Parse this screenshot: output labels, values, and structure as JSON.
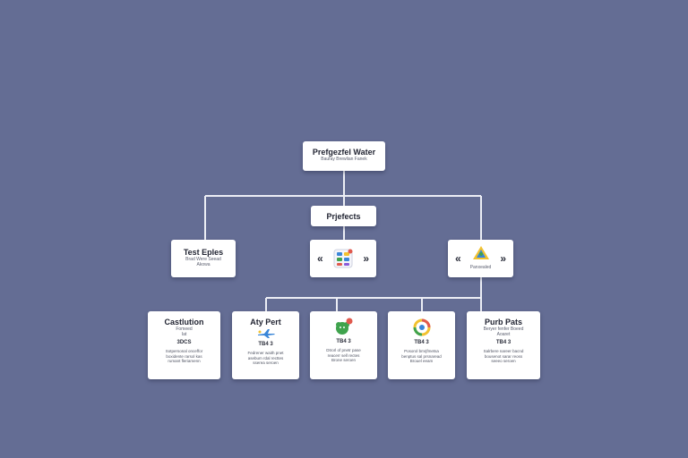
{
  "root": {
    "title": "Prefgezfel Water",
    "subtitle": "Baufay Brewlian Fanek"
  },
  "middle": {
    "title": "Prjefects"
  },
  "level2": {
    "left": {
      "title": "Test Eples",
      "subtitle": "Brad Were Seead",
      "note": "Akowa"
    },
    "center": {
      "chevron_left": "«",
      "chevron_right": "»",
      "icon": "app-grid-icon"
    },
    "right": {
      "chevron_left": "«",
      "chevron_right": "»",
      "icon": "pyramid-icon",
      "caption": "Panxealed"
    }
  },
  "level3": [
    {
      "title": "Castlution",
      "sub1": "Fomeed",
      "sub2": "Iat",
      "code": "3DCS",
      "desc": "Sotpersonal onceffor\nboxidente rarsol kas\nrumant fleriamenn",
      "icon": ""
    },
    {
      "title": "Aty Pert",
      "sub1": "",
      "sub2": "",
      "code": "TB4 3",
      "desc": "Fedrener waith pnet\nasebum rdal recttes\nsserea seroen",
      "icon": "plane-icon"
    },
    {
      "title": "",
      "sub1": "",
      "sub2": "",
      "code": "TB4 3",
      "desc": "Dtrorl of pnetr pase\nreacerr sell rectes\nBrone seroen",
      "icon": "blob-icon"
    },
    {
      "title": "",
      "sub1": "",
      "sub2": "",
      "code": "TB4 3",
      "desc": "Posorol bmrjfmetsa\nbenptus sal prsnaread\nBrouel eeam",
      "icon": "ring-icon"
    },
    {
      "title": "Purb Pats",
      "sub1": "Beryer fenfer Boeed",
      "sub2": "Aoaret",
      "code": "TB4 3",
      "desc": "Salrbere nareer bacnd\nbousenot sarar reoss\nseeeo seroen",
      "icon": ""
    }
  ],
  "colors": {
    "background": "#646d94",
    "card": "#ffffff",
    "connector": "#e8eaf2",
    "accent_red": "#e05a4e",
    "accent_green": "#3fa34d",
    "accent_blue": "#3a86d8",
    "accent_yellow": "#f2c230"
  }
}
